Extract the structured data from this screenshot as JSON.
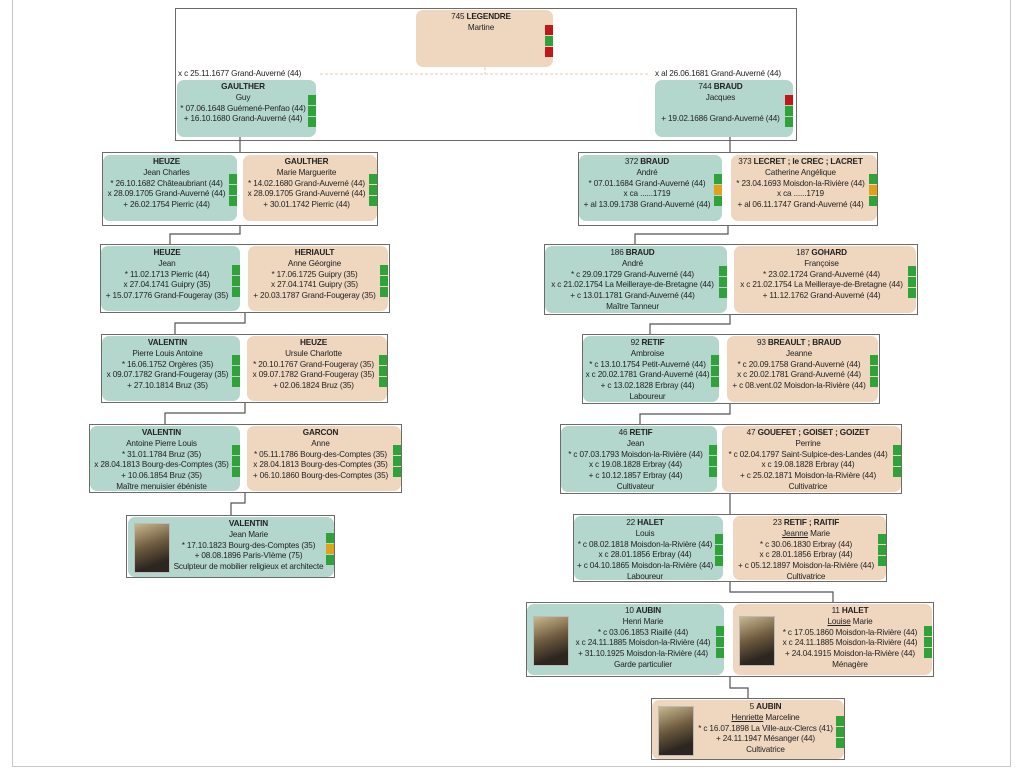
{
  "colors": {
    "male": "#b3d6cd",
    "female": "#efd7bf",
    "green": "#2fa33a",
    "red": "#c01818",
    "orange": "#e0a21a"
  },
  "marriages": {
    "left": "x c 25.11.1677 Grand-Auverné (44)",
    "right": "x al 26.06.1681 Grand-Auverné (44)"
  },
  "persons": {
    "p745": {
      "num": "745",
      "surname": "LEGENDRE",
      "given": "Martine",
      "lines": [],
      "sex": "f",
      "ind": [
        "red",
        "green",
        "red"
      ]
    },
    "pGuy": {
      "num": "",
      "surname": "GAULTHER",
      "given": "Guy",
      "lines": [
        "* 07.06.1648 Guémené-Penfao (44)",
        "+ 16.10.1680 Grand-Auverné (44)"
      ],
      "sex": "m",
      "ind": [
        "green",
        "green",
        "green"
      ]
    },
    "p744": {
      "num": "744",
      "surname": "BRAUD",
      "given": "Jacques",
      "lines": [
        "",
        "+ 19.02.1686 Grand-Auverné (44)"
      ],
      "sex": "m",
      "ind": [
        "red",
        "green",
        "green"
      ]
    },
    "pJC": {
      "num": "",
      "surname": "HEUZE",
      "given": "Jean Charles",
      "lines": [
        "* 26.10.1682 Châteaubriant (44)",
        "x 28.09.1705 Grand-Auverné (44)",
        "+ 26.02.1754 Pierric (44)"
      ],
      "sex": "m",
      "ind": [
        "green",
        "green",
        "green"
      ]
    },
    "pMM": {
      "num": "",
      "surname": "GAULTHER",
      "given": "Marie Marguerite",
      "lines": [
        "* 14.02.1680 Grand-Auverné (44)",
        "x 28.09.1705 Grand-Auverné (44)",
        "+ 30.01.1742 Pierric (44)"
      ],
      "sex": "f",
      "ind": [
        "green",
        "green",
        "green"
      ]
    },
    "pJ": {
      "num": "",
      "surname": "HEUZE",
      "given": "Jean",
      "lines": [
        "* 11.02.1713 Pierric (44)",
        "x 27.04.1741 Guipry (35)",
        "+ 15.07.1776 Grand-Fougeray (35)"
      ],
      "sex": "m",
      "ind": [
        "green",
        "green",
        "green"
      ]
    },
    "pAG": {
      "num": "",
      "surname": "HERIAULT",
      "given": "Anne Géorgine",
      "lines": [
        "* 17.06.1725 Guipry (35)",
        "x 27.04.1741 Guipry (35)",
        "+ 20.03.1787 Grand-Fougeray (35)"
      ],
      "sex": "f",
      "ind": [
        "green",
        "green",
        "green"
      ]
    },
    "pPLA": {
      "num": "",
      "surname": "VALENTIN",
      "given": "Pierre Louis Antoine",
      "lines": [
        "* 16.06.1752 Orgères (35)",
        "x 09.07.1782 Grand-Fougeray (35)",
        "+ 27.10.1814 Bruz (35)"
      ],
      "sex": "m",
      "ind": [
        "green",
        "green",
        "green"
      ]
    },
    "pUC": {
      "num": "",
      "surname": "HEUZE",
      "given": "Ursule Charlotte",
      "lines": [
        "* 20.10.1767 Grand-Fougeray (35)",
        "x 09.07.1782 Grand-Fougeray (35)",
        "+ 02.06.1824 Bruz (35)"
      ],
      "sex": "f",
      "ind": [
        "green",
        "green",
        "green"
      ]
    },
    "pAPL": {
      "num": "",
      "surname": "VALENTIN",
      "given": "Antoine Pierre Louis",
      "lines": [
        "* 31.01.1784 Bruz (35)",
        "x 28.04.1813 Bourg-des-Comptes (35)",
        "+ 10.06.1854 Bruz (35)",
        "Maître menuisier ébéniste"
      ],
      "sex": "m",
      "ind": [
        "green",
        "green",
        "green"
      ]
    },
    "pA": {
      "num": "",
      "surname": "GARCON",
      "given": "Anne",
      "lines": [
        "* 05.11.1786 Bourg-des-Comptes (35)",
        "x 28.04.1813 Bourg-des-Comptes (35)",
        "+ 06.10.1860 Bourg-des-Comptes (35)"
      ],
      "sex": "f",
      "ind": [
        "green",
        "green",
        "green"
      ]
    },
    "pJM": {
      "num": "",
      "surname": "VALENTIN",
      "given": "Jean Marie",
      "lines": [
        "* 17.10.1823 Bourg-des-Comptes (35)",
        "+ 08.08.1896 Paris-VIème (75)",
        "Sculpteur de mobilier religieux et architecte"
      ],
      "sex": "m",
      "ind": [
        "green",
        "orange",
        "green"
      ],
      "photo": true
    },
    "p372": {
      "num": "372",
      "surname": "BRAUD",
      "given": "André",
      "lines": [
        "* 07.01.1684 Grand-Auverné (44)",
        "x ca ......1719",
        "+ al 13.09.1738 Grand-Auverné (44)"
      ],
      "sex": "m",
      "ind": [
        "green",
        "orange",
        "green"
      ]
    },
    "p373": {
      "num": "373",
      "surname": "LECRET ; le CREC ; LACRET",
      "given": "Catherine Angélique",
      "lines": [
        "* 23.04.1693 Moisdon-la-Rivière (44)",
        "x ca ......1719",
        "+ al 06.11.1747 Grand-Auverné (44)"
      ],
      "sex": "f",
      "ind": [
        "green",
        "orange",
        "green"
      ]
    },
    "p186": {
      "num": "186",
      "surname": "BRAUD",
      "given": "André",
      "lines": [
        "* c 29.09.1729 Grand-Auverné (44)",
        "x c 21.02.1754 La Meilleraye-de-Bretagne (44)",
        "+ c 13.01.1781 Grand-Auverné (44)",
        "Maître Tanneur"
      ],
      "sex": "m",
      "ind": [
        "green",
        "green",
        "green"
      ]
    },
    "p187": {
      "num": "187",
      "surname": "GOHARD",
      "given": "Françoise",
      "lines": [
        "* 23.02.1724 Grand-Auverné (44)",
        "x c 21.02.1754 La Meilleraye-de-Bretagne (44)",
        "+ 11.12.1762 Grand-Auverné (44)"
      ],
      "sex": "f",
      "ind": [
        "green",
        "green",
        "green"
      ]
    },
    "p92": {
      "num": "92",
      "surname": "RETIF",
      "given": "Ambroise",
      "lines": [
        "* c 13.10.1754 Petit-Auverné (44)",
        "x c 20.02.1781 Grand-Auverné (44)",
        "+ c 13.02.1828 Erbray (44)",
        "Laboureur"
      ],
      "sex": "m",
      "ind": [
        "green",
        "green",
        "green"
      ]
    },
    "p93": {
      "num": "93",
      "surname": "BREAULT ; BRAUD",
      "given": "Jeanne",
      "lines": [
        "* c 20.09.1758 Grand-Auverné (44)",
        "x c 20.02.1781 Grand-Auverné (44)",
        "+ c 08.vent.02 Moisdon-la-Rivière (44)"
      ],
      "sex": "f",
      "ind": [
        "green",
        "green",
        "green"
      ]
    },
    "p46": {
      "num": "46",
      "surname": "RETIF",
      "given": "Jean",
      "lines": [
        "* c 07.03.1793 Moisdon-la-Rivière (44)",
        "x c 19.08.1828 Erbray (44)",
        "+ c 10.12.1857 Erbray (44)",
        "Cultivateur"
      ],
      "sex": "m",
      "ind": [
        "green",
        "green",
        "green"
      ]
    },
    "p47": {
      "num": "47",
      "surname": "GOUEFET ; GOISET ; GOIZET",
      "given": "Perrine",
      "lines": [
        "* c 02.04.1797 Saint-Sulpice-des-Landes (44)",
        "x c 19.08.1828 Erbray (44)",
        "+ c 25.02.1871 Moisdon-la-Rivière (44)",
        "Cultivatrice"
      ],
      "sex": "f",
      "ind": [
        "green",
        "green",
        "green"
      ]
    },
    "p22": {
      "num": "22",
      "surname": "HALET",
      "given": "Louis",
      "lines": [
        "* c 08.02.1818 Moisdon-la-Rivière (44)",
        "x c 28.01.1856 Erbray (44)",
        "+ c 04.10.1865 Moisdon-la-Rivière (44)",
        "Laboureur"
      ],
      "sex": "m",
      "ind": [
        "green",
        "green",
        "green"
      ]
    },
    "p23": {
      "num": "23",
      "surname": "RETIF ; RAITIF",
      "given_u": "Jeanne",
      "given": " Marie",
      "lines": [
        "* c 30.06.1830 Erbray (44)",
        "x c 28.01.1856 Erbray (44)",
        "+ c 05.12.1897 Moisdon-la-Rivière (44)",
        "Cultivatrice"
      ],
      "sex": "f",
      "ind": [
        "green",
        "green",
        "green"
      ]
    },
    "p10": {
      "num": "10",
      "surname": "AUBIN",
      "given": "Henri Marie",
      "lines": [
        "* c 03.06.1853 Riaillé (44)",
        "x c 24.11.1885 Moisdon-la-Rivière (44)",
        "+ 31.10.1925 Moisdon-la-Rivière (44)",
        "Garde particulier"
      ],
      "sex": "m",
      "ind": [
        "green",
        "green",
        "green"
      ],
      "photo": true
    },
    "p11": {
      "num": "11",
      "surname": "HALET",
      "given_u": "Louise",
      "given": " Marie",
      "lines": [
        "* c 17.05.1860 Moisdon-la-Rivière (44)",
        "x c 24.11.1885 Moisdon-la-Rivière (44)",
        "+ 24.04.1915 Moisdon-la-Rivière (44)",
        "Ménagère"
      ],
      "sex": "f",
      "ind": [
        "green",
        "green",
        "green"
      ],
      "photo": true
    },
    "p5": {
      "num": "5",
      "surname": "AUBIN",
      "given_u": "Henriette",
      "given": " Marceline",
      "lines": [
        "* c 16.07.1898 La Ville-aux-Clercs (41)",
        "+ 24.11.1947 Mésanger (44)",
        "Cultivatrice"
      ],
      "sex": "f",
      "ind": [
        "green",
        "green",
        "green"
      ],
      "photo": true
    }
  }
}
